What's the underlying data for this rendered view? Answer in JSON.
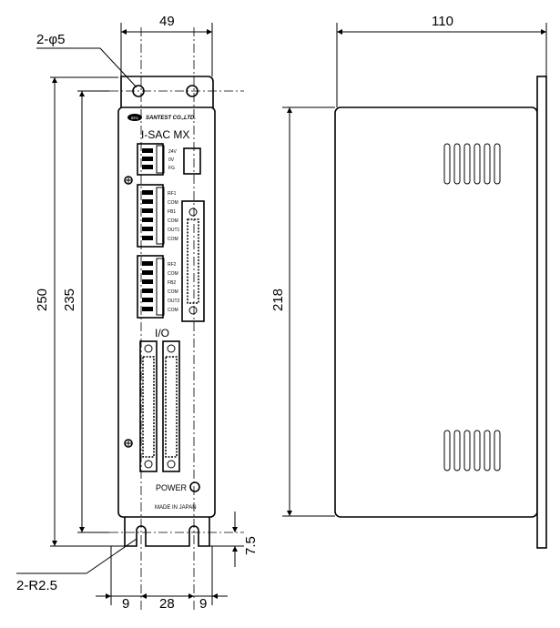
{
  "dimensions": {
    "width_front": "49",
    "width_side": "110",
    "height_total": "250",
    "height_holes": "235",
    "height_side": "218",
    "tab_offset": "7.5",
    "bottom_left": "9",
    "bottom_mid": "28",
    "bottom_right": "9",
    "hole_callout": "2-φ5",
    "radius_callout": "2-R2.5"
  },
  "panel": {
    "maker": "SANTEST CO.,LTD.",
    "logo": "STC",
    "model": "I-SAC MX",
    "power_terms": [
      "24V",
      "0V",
      "FG"
    ],
    "ch1_terms": [
      "RF1",
      "COM",
      "FB1",
      "COM",
      "OUT1",
      "COM"
    ],
    "ch2_terms": [
      "RF2",
      "COM",
      "FB2",
      "COM",
      "OUT2",
      "COM"
    ],
    "io_label": "I/O",
    "power_label": "POWER",
    "origin": "MADE IN JAPAN"
  }
}
